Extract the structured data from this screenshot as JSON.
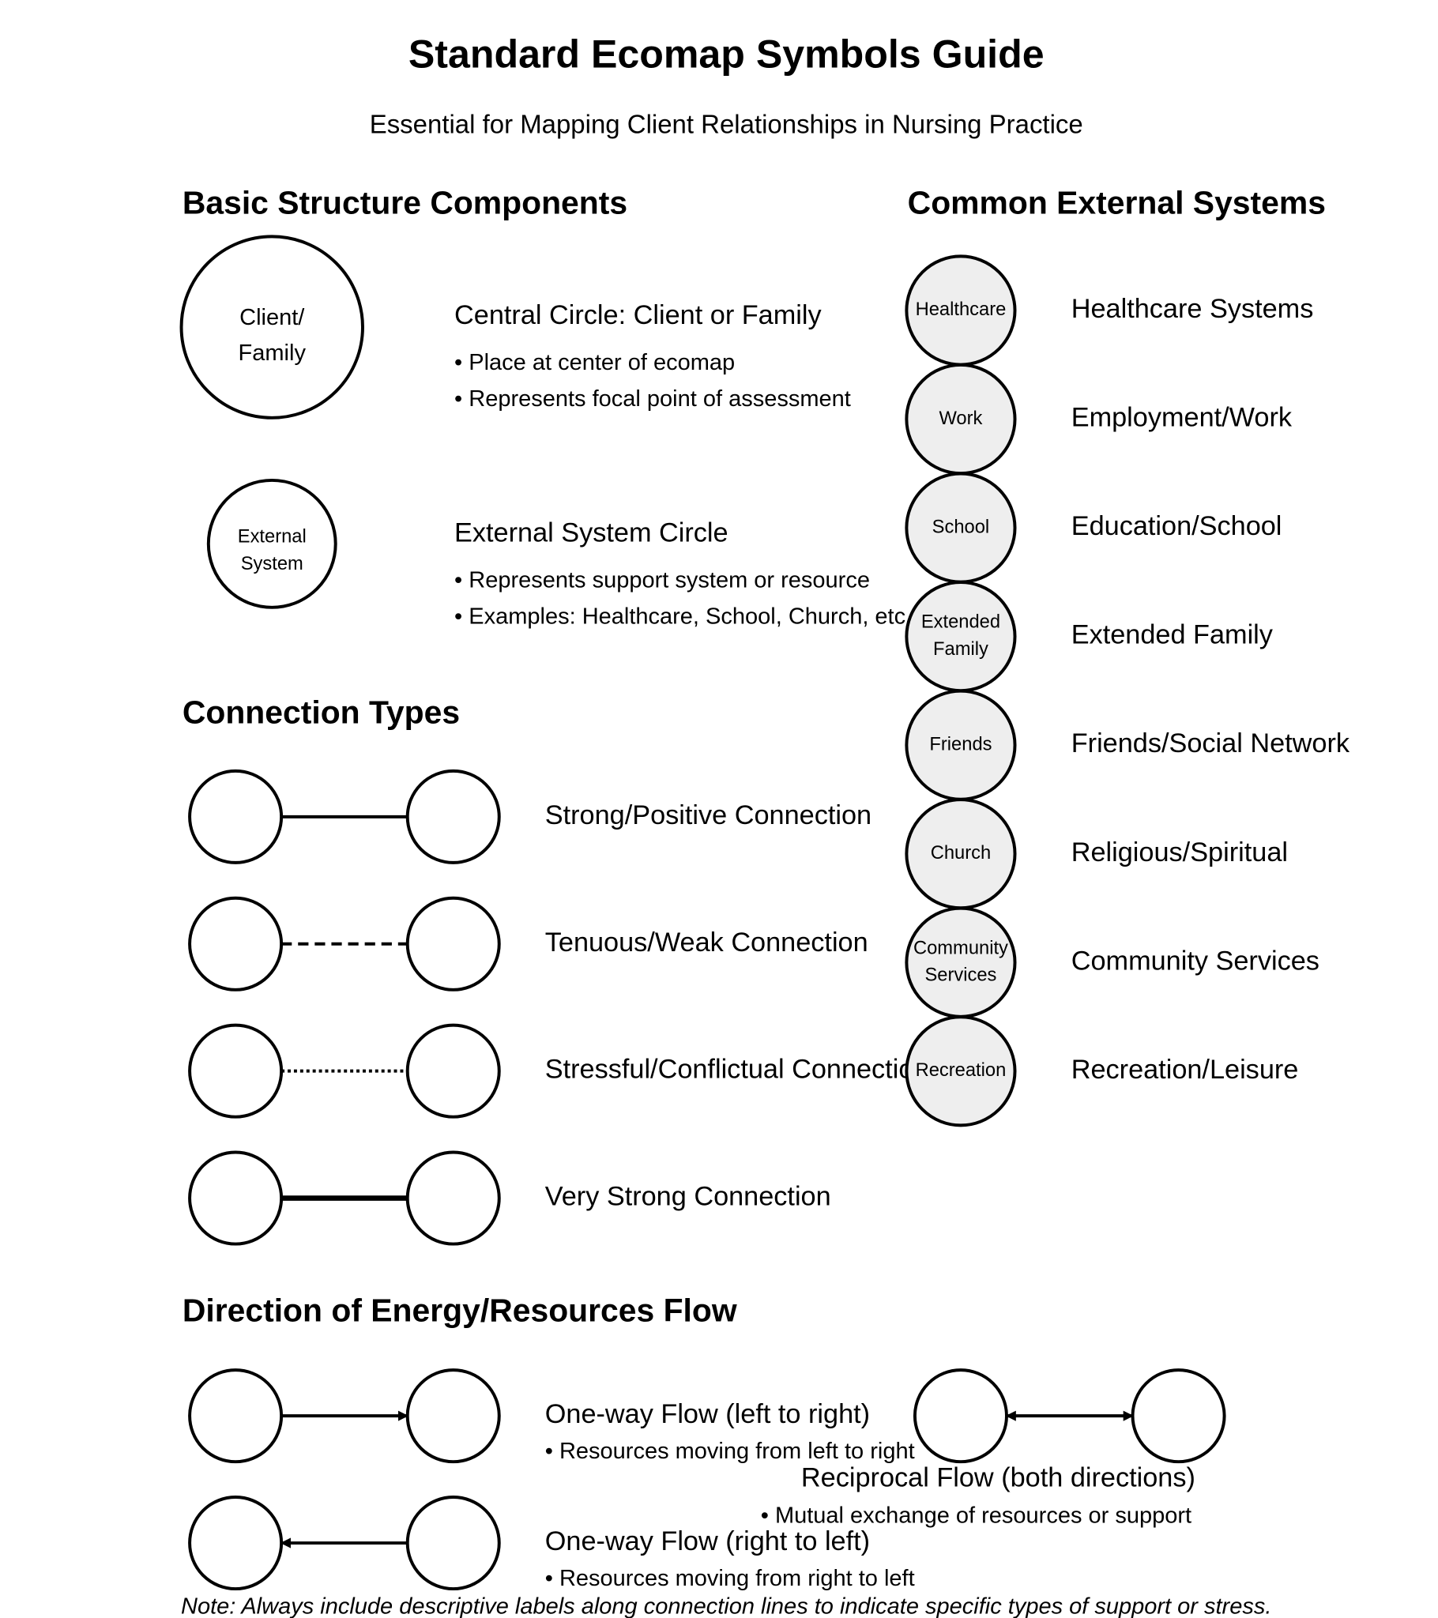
{
  "title": "Standard Ecomap Symbols Guide",
  "subtitle": "Essential for Mapping Client Relationships in Nursing Practice",
  "colors": {
    "external_fill": "#eeeeee",
    "stroke": "#000000"
  },
  "basic": {
    "heading": "Basic Structure Components",
    "central": {
      "circle_line1": "Client/",
      "circle_line2": "Family",
      "title": "Central Circle: Client or Family",
      "bullets": [
        "• Place at center of ecomap",
        "• Represents focal point of assessment"
      ]
    },
    "external": {
      "circle_line1": "External",
      "circle_line2": "System",
      "title": "External System Circle",
      "bullets": [
        "• Represents support system or resource",
        "• Examples: Healthcare, School, Church, etc."
      ]
    }
  },
  "systems": {
    "heading": "Common External Systems",
    "items": [
      {
        "circle": [
          "Healthcare"
        ],
        "label": "Healthcare Systems"
      },
      {
        "circle": [
          "Work"
        ],
        "label": "Employment/Work"
      },
      {
        "circle": [
          "School"
        ],
        "label": "Education/School"
      },
      {
        "circle": [
          "Extended",
          "Family"
        ],
        "label": "Extended Family"
      },
      {
        "circle": [
          "Friends"
        ],
        "label": "Friends/Social Network"
      },
      {
        "circle": [
          "Church"
        ],
        "label": "Religious/Spiritual"
      },
      {
        "circle": [
          "Community",
          "Services"
        ],
        "label": "Community Services"
      },
      {
        "circle": [
          "Recreation"
        ],
        "label": "Recreation/Leisure"
      }
    ]
  },
  "connections": {
    "heading": "Connection Types",
    "items": [
      {
        "style": "solid",
        "label": "Strong/Positive Connection"
      },
      {
        "style": "dashed",
        "label": "Tenuous/Weak Connection"
      },
      {
        "style": "dotted",
        "label": "Stressful/Conflictual Connection"
      },
      {
        "style": "thick",
        "label": "Very Strong Connection"
      }
    ]
  },
  "flow": {
    "heading": "Direction of Energy/Resources Flow",
    "left_to_right": {
      "label": "One-way Flow (left to right)",
      "bullet": "• Resources moving from left to right"
    },
    "right_to_left": {
      "label": "One-way Flow (right to left)",
      "bullet": "• Resources moving from right to left"
    },
    "reciprocal": {
      "label": "Reciprocal Flow (both directions)",
      "bullet": "• Mutual exchange of resources or support"
    }
  },
  "note": "Note: Always include descriptive labels along connection lines to indicate specific types of support or stress."
}
